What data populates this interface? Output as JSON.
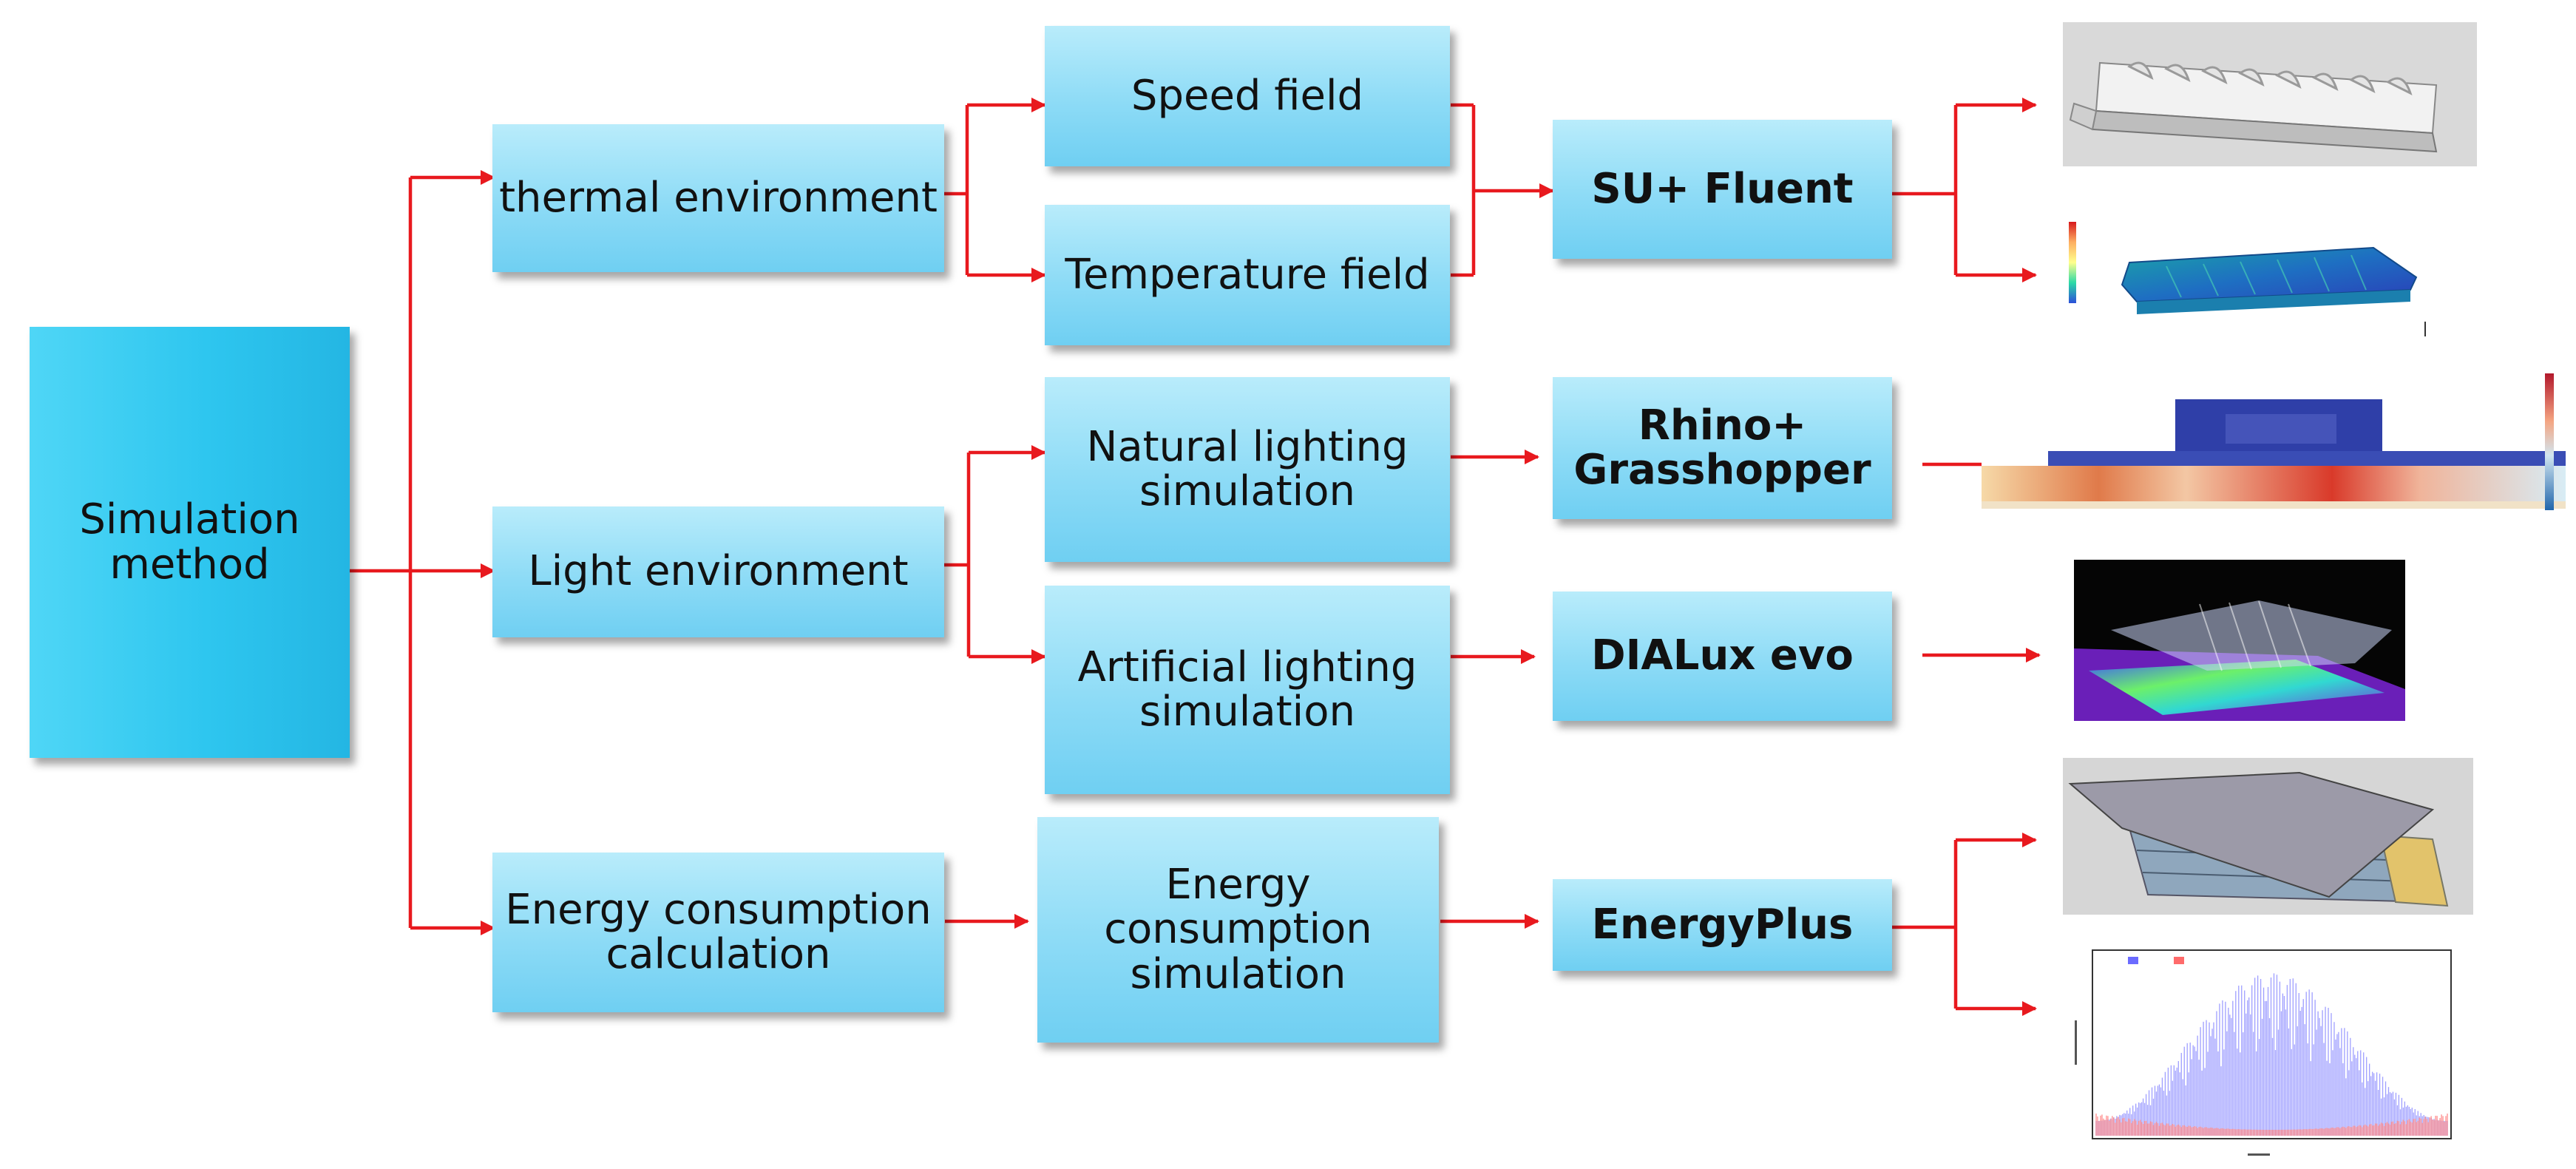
{
  "nodes": {
    "root": "Simulation\nmethod",
    "thermal": "thermal environment",
    "light": "Light environment",
    "energy": "Energy consumption\ncalculation",
    "speed": "Speed field",
    "temperature": "Temperature field",
    "natural": "Natural lighting\nsimulation",
    "artificial": "Artificial lighting\nsimulation",
    "energy_sim": "Energy\nconsumption\nsimulation"
  },
  "tools": {
    "fluent": "SU+ Fluent",
    "rhino": "Rhino+\nGrasshopper",
    "dialux": "DIALux evo",
    "energyplus": "EnergyPlus"
  },
  "colors": {
    "arrow": "#e8191e",
    "box_top": "#b9ecfb",
    "box_bottom": "#6fcff2",
    "root": "#2ec6ef"
  }
}
